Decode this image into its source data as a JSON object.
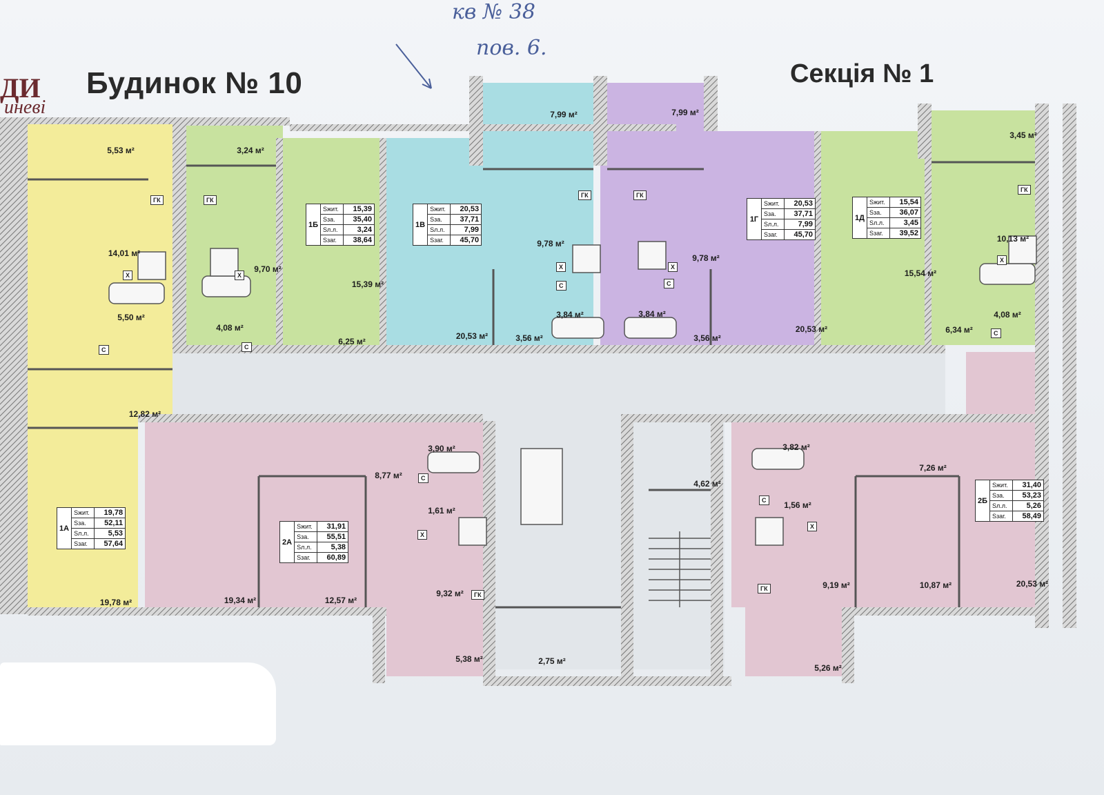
{
  "header": {
    "house": "Будинок № 10",
    "section": "Секція № 1",
    "logo_main": "ДИ",
    "logo_sub": "иневі"
  },
  "handwritten": {
    "line1": "кв № 38",
    "line2": "пов. 6."
  },
  "colors": {
    "yellow": "#f3ec9a",
    "green": "#c8e29f",
    "blue": "#a9dde3",
    "purple": "#cbb4e2",
    "pink": "#e2c6d2",
    "grey": "#e2e6ea"
  },
  "labels": {
    "gk": "ГК",
    "x": "X",
    "c": "C"
  },
  "areas": {
    "a553": "5,53 м²",
    "a1401": "14,01 м²",
    "a550": "5,50 м²",
    "a1282": "12,82 м²",
    "a1978": "19,78 м²",
    "a324": "3,24 м²",
    "a970": "9,70 м²",
    "a408l": "4,08 м²",
    "a1539": "15,39 м²",
    "a625": "6,25 м²",
    "a799l": "7,99 м²",
    "a978l": "9,78 м²",
    "a384l": "3,84 м²",
    "a356l": "3,56 м²",
    "a2053l": "20,53 м²",
    "a799r": "7,99 м²",
    "a978r": "9,78 м²",
    "a384r": "3,84 м²",
    "a356r": "3,56 м²",
    "a2053r": "20,53 м²",
    "a345": "3,45 м²",
    "a1013": "10,13 м²",
    "a1554": "15,54 м²",
    "a408r": "4,08 м²",
    "a634": "6,34 м²",
    "a390": "3,90 м²",
    "a877": "8,77 м²",
    "a161": "1,61 м²",
    "a1934": "19,34 м²",
    "a1257": "12,57 м²",
    "a932": "9,32 м²",
    "a538": "5,38 м²",
    "a275": "2,75 м²",
    "a462": "4,62 м²",
    "a382": "3,82 м²",
    "a156": "1,56 м²",
    "a726": "7,26 м²",
    "a919": "9,19 м²",
    "a1087": "10,87 м²",
    "a2053b": "20,53 м²",
    "a526": "5,26 м²"
  },
  "tables": {
    "t1A": {
      "id": "1А",
      "rows": [
        [
          "Sжит.",
          "19,78"
        ],
        [
          "Sза.",
          "52,11"
        ],
        [
          "Sл.л.",
          "5,53"
        ],
        [
          "Sзаг.",
          "57,64"
        ]
      ]
    },
    "t1B": {
      "id": "1Б",
      "rows": [
        [
          "Sжит.",
          "15,39"
        ],
        [
          "Sза.",
          "35,40"
        ],
        [
          "Sл.л.",
          "3,24"
        ],
        [
          "Sзаг.",
          "38,64"
        ]
      ]
    },
    "t1V": {
      "id": "1В",
      "rows": [
        [
          "Sжит.",
          "20,53"
        ],
        [
          "Sза.",
          "37,71"
        ],
        [
          "Sл.л.",
          "7,99"
        ],
        [
          "Sзаг.",
          "45,70"
        ]
      ]
    },
    "t1G": {
      "id": "1Г",
      "rows": [
        [
          "Sжит.",
          "20,53"
        ],
        [
          "Sза.",
          "37,71"
        ],
        [
          "Sл.л.",
          "7,99"
        ],
        [
          "Sзаг.",
          "45,70"
        ]
      ]
    },
    "t1D": {
      "id": "1Д",
      "rows": [
        [
          "Sжит.",
          "15,54"
        ],
        [
          "Sза.",
          "36,07"
        ],
        [
          "Sл.л.",
          "3,45"
        ],
        [
          "Sзаг.",
          "39,52"
        ]
      ]
    },
    "t2A": {
      "id": "2А",
      "rows": [
        [
          "Sжит.",
          "31,91"
        ],
        [
          "Sза.",
          "55,51"
        ],
        [
          "Sл.л.",
          "5,38"
        ],
        [
          "Sзаг.",
          "60,89"
        ]
      ]
    },
    "t2B": {
      "id": "2Б",
      "rows": [
        [
          "Sжит.",
          "31,40"
        ],
        [
          "Sза.",
          "53,23"
        ],
        [
          "Sл.л.",
          "5,26"
        ],
        [
          "Sзаг.",
          "58,49"
        ]
      ]
    }
  }
}
